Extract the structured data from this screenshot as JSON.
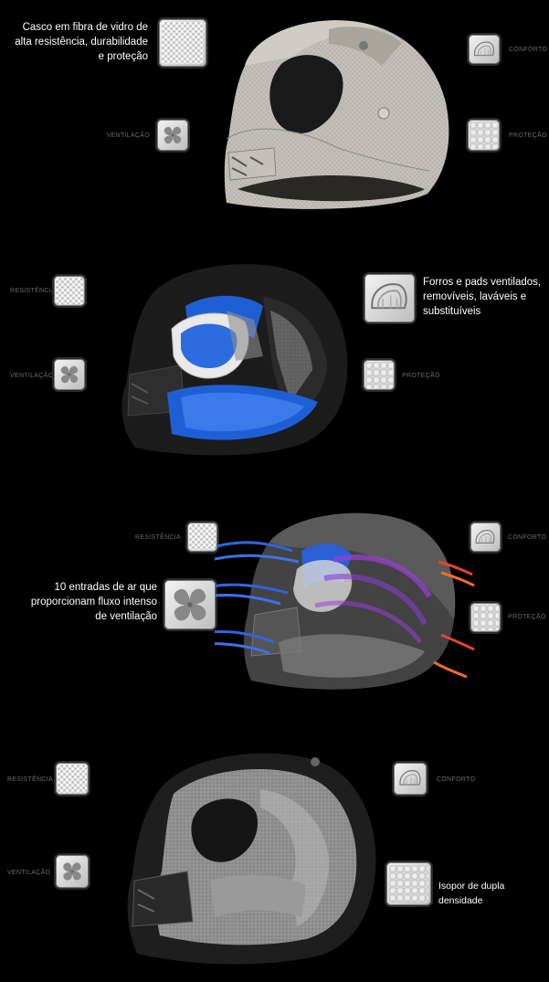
{
  "section1": {
    "desc": [
      "Casco em fibra de vidro de",
      "alta resistência, durabilidade",
      "e proteção"
    ],
    "labels": {
      "ventilacao": "VENTILAÇÃO",
      "conforto": "CONFORTO",
      "protecao": "PROTEÇÃO"
    }
  },
  "section2": {
    "desc": [
      "Forros e pads ventilados,",
      "removíveis, laváveis e",
      "substituíveis"
    ],
    "labels": {
      "resistencia": "RESISTÊNCIA",
      "ventilacao": "VENTILAÇÃO",
      "protecao": "PROTEÇÃO"
    }
  },
  "section3": {
    "desc": [
      "10 entradas de ar que",
      "proporcionam fluxo intenso",
      "de ventilação"
    ],
    "labels": {
      "resistencia": "RESISTÊNCIA",
      "conforto": "CONFORTO",
      "protecao": "PROTEÇÃO"
    }
  },
  "section4": {
    "desc": [
      "Isopor de dupla densidade"
    ],
    "labels": {
      "resistencia": "RESISTÊNCIA",
      "ventilacao": "VENTILAÇÃO",
      "conforto": "CONFORTO"
    }
  },
  "icons": {
    "resistance": "fiber-texture-icon",
    "ventilation": "fan-icon",
    "comfort": "helmet-liner-icon",
    "protection": "foam-block-icon"
  }
}
